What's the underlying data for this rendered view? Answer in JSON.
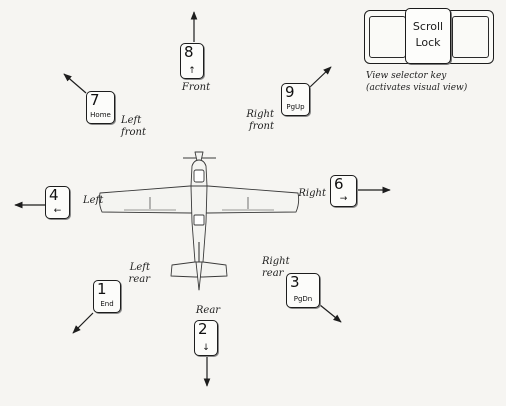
{
  "view_keys": {
    "front": {
      "number": "8",
      "sub": "",
      "arrow_icon": "up-arrow-icon",
      "label": "Front"
    },
    "left_front": {
      "number": "7",
      "sub": "Home",
      "arrow_icon": "",
      "label": "Left\nfront"
    },
    "right_front": {
      "number": "9",
      "sub": "PgUp",
      "arrow_icon": "",
      "label": "Right\nfront"
    },
    "left": {
      "number": "4",
      "sub": "",
      "arrow_icon": "left-arrow-icon",
      "label": "Left"
    },
    "right": {
      "number": "6",
      "sub": "",
      "arrow_icon": "right-arrow-icon",
      "label": "Right"
    },
    "left_rear": {
      "number": "1",
      "sub": "End",
      "arrow_icon": "",
      "label": "Left\nrear"
    },
    "rear": {
      "number": "2",
      "sub": "",
      "arrow_icon": "down-arrow-icon",
      "label": "Rear"
    },
    "right_rear": {
      "number": "3",
      "sub": "PgDn",
      "arrow_icon": "",
      "label": "Right\nrear"
    }
  },
  "scroll_lock": {
    "line1": "Scroll",
    "line2": "Lock",
    "caption_line1": "View selector key",
    "caption_line2": "(activates visual view)"
  },
  "colors": {
    "ink": "#1d1d1d",
    "paper": "#f6f5f2",
    "aircraft_fill": "#f4f4f1"
  }
}
